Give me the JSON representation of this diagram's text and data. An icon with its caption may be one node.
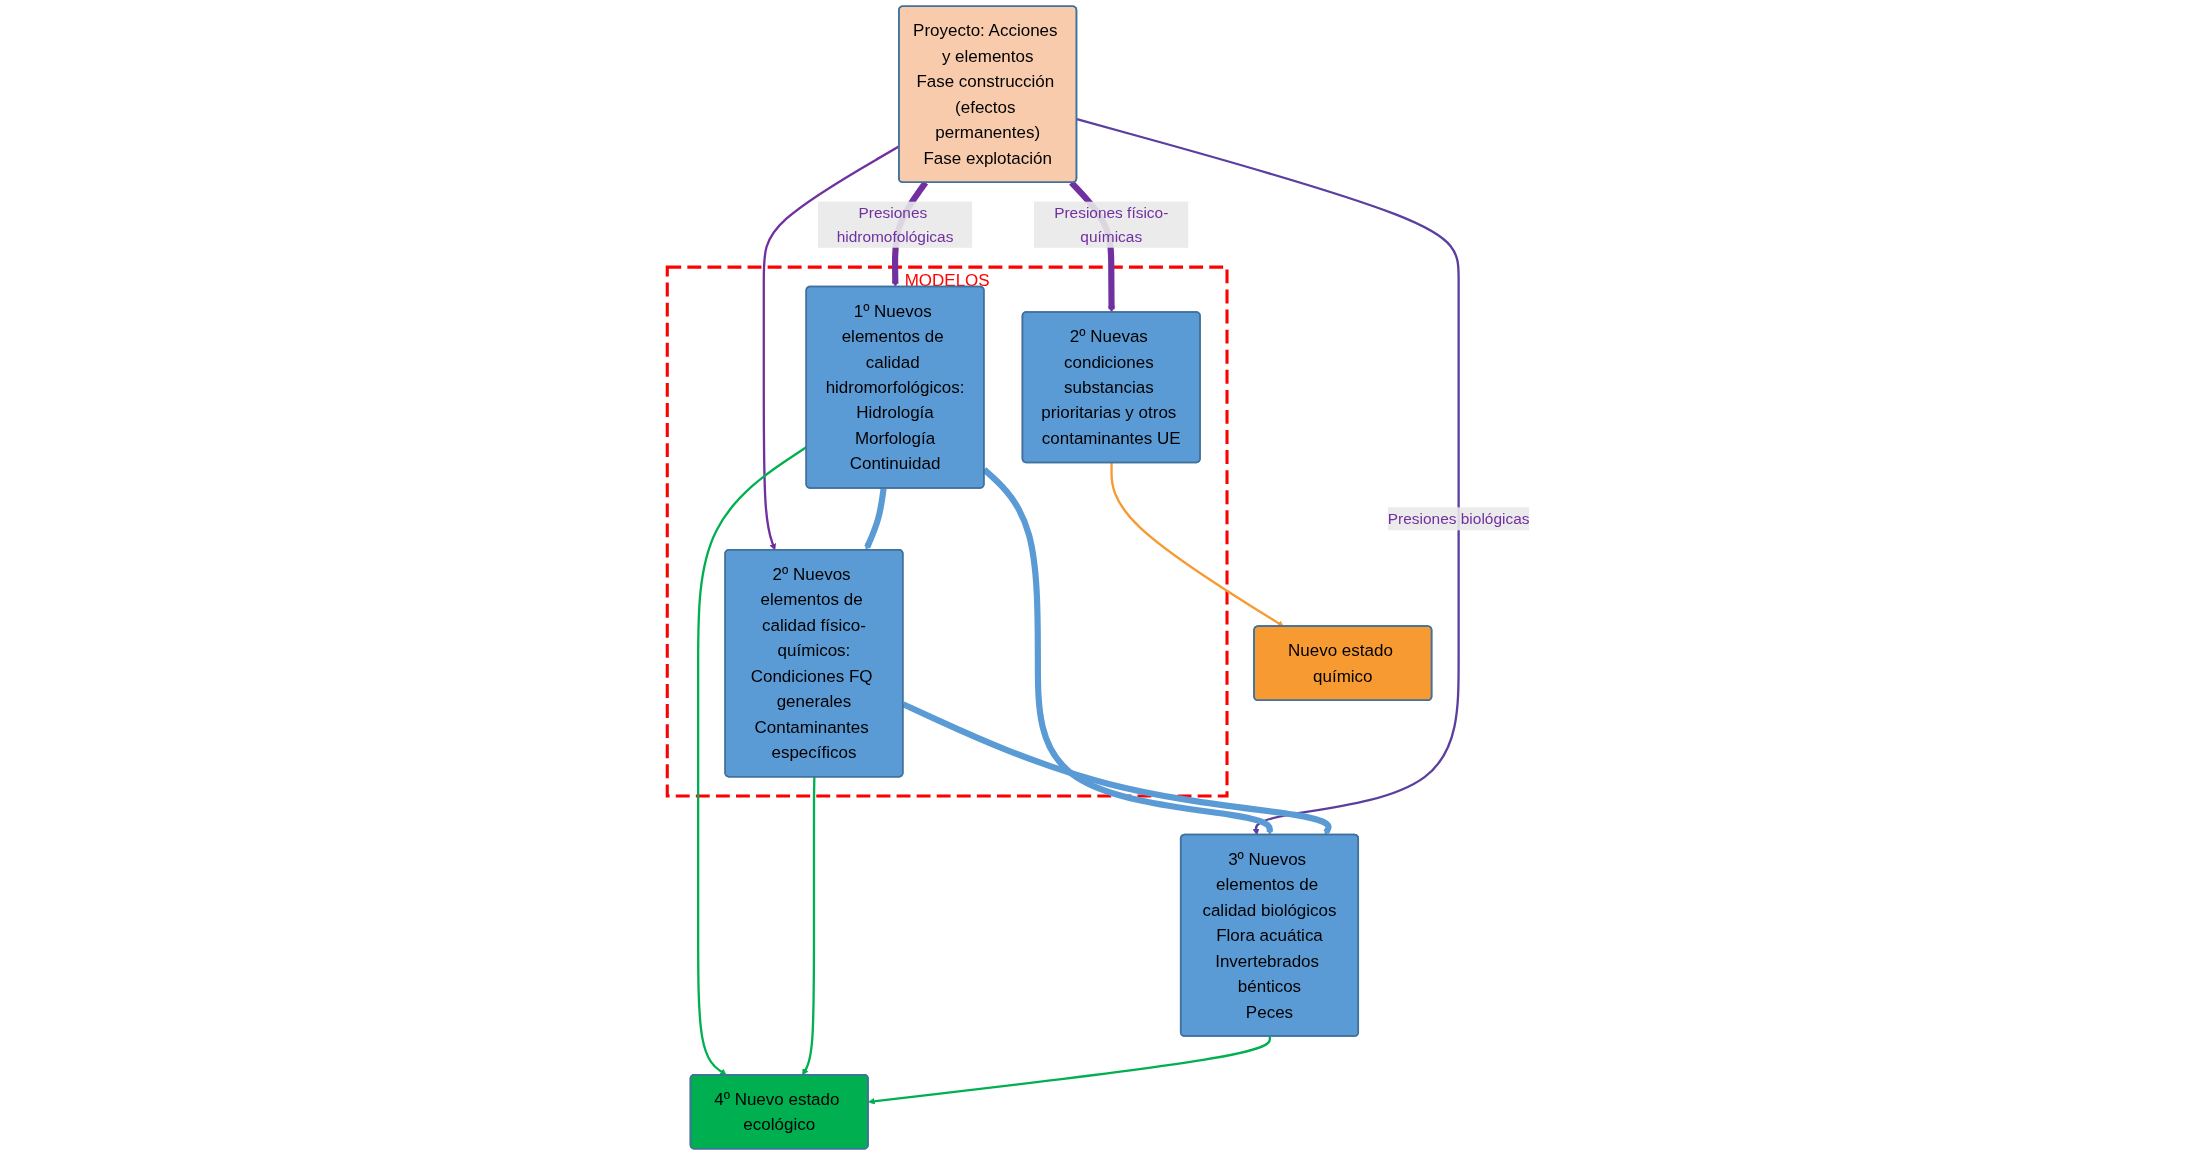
{
  "diagram": {
    "nodes": [
      {
        "text": [
          "Proyecto: Acciones y elementos",
          "Fase construcción (efectos permanentes)",
          "Fase explotación"
        ]
      },
      {
        "text": [
          "MODELOS"
        ]
      },
      {
        "text": [
          "1º Nuevos elementos de calidad hidromorfológicos:",
          "Hidrología",
          "Morfología",
          "Continuidad"
        ],
        "in": 1
      },
      {
        "text": [
          "2º Nuevos elementos de calidad físico-químicos:",
          "Condiciones FQ generales",
          "Contaminantes específicos"
        ],
        "in": 1
      },
      {
        "text": [
          "2º Nuevas condiciones substancias prioritarias y otros contaminantes UE"
        ],
        "in": 1
      },
      {
        "text": [
          "3º Nuevos elementos de calidad biológicos",
          "Flora acuática",
          "Invertebrados bénticos",
          "Peces"
        ]
      },
      {
        "text": [
          "4º Nuevo estado ecológico"
        ]
      },
      {
        "text": [
          "Nuevo estado químico"
        ]
      }
    ],
    "edges": [
      {
        "from": 0,
        "to": 2,
        "arrow": "to",
        "label": "Presiones hidromofológicas",
        "style": "thick",
        "color": "#7030a0"
      },
      {
        "from": 0,
        "to": 3,
        "arrow": "to",
        "color": "#7030a0"
      },
      {
        "from": 0,
        "to": 4,
        "arrow": "to",
        "label": "Presiones físico-químicas",
        "style": "thick",
        "color": "#7030a0"
      },
      {
        "from": 0,
        "to": 5,
        "arrow": "to",
        "label": "Presiones biológicas",
        "color": "#5b3f9f"
      },
      {
        "from": 2,
        "to": 3,
        "arrow": "to",
        "style": "thick",
        "color": "#5b9bd5"
      },
      {
        "from": 2,
        "to": 5,
        "arrow": "to",
        "style": "thick",
        "color": "#5b9bd5"
      },
      {
        "from": 3,
        "to": 5,
        "arrow": "to",
        "style": "thick",
        "color": "#5b9bd5"
      },
      {
        "from": 2,
        "to": 6,
        "arrow": "to",
        "color": "#00b050"
      },
      {
        "from": 3,
        "to": 6,
        "arrow": "to",
        "color": "#00b050"
      },
      {
        "from": 5,
        "to": 6,
        "arrow": "to",
        "color": "#00b050"
      },
      {
        "from": 4,
        "to": 7,
        "arrow": "to",
        "color": "#f79a32"
      }
    ]
  }
}
